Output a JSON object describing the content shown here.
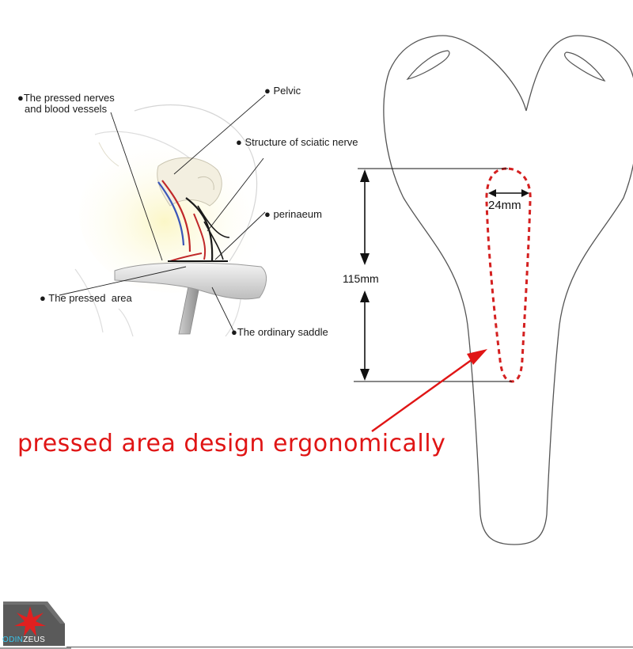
{
  "labels": {
    "pressed_nerves_line1": "The pressed nerves",
    "pressed_nerves_line2": "and blood vessels",
    "pelvic": "Pelvic",
    "sciatic": "Structure of sciatic nerve",
    "perinaeum": "perinaeum",
    "pressed_area": "The pressed  area",
    "ordinary_saddle": "The ordinary saddle"
  },
  "dimensions": {
    "width_label": "24mm",
    "length_label": "115mm"
  },
  "headline": "pressed area design ergonomically",
  "brand": {
    "part1": "ODIN",
    "part2": "ZEUS"
  },
  "colors": {
    "accent_red": "#e01515",
    "outline": "#555555",
    "brand_dark": "#5a5a5a",
    "brand_cyan": "#38c7ee"
  }
}
